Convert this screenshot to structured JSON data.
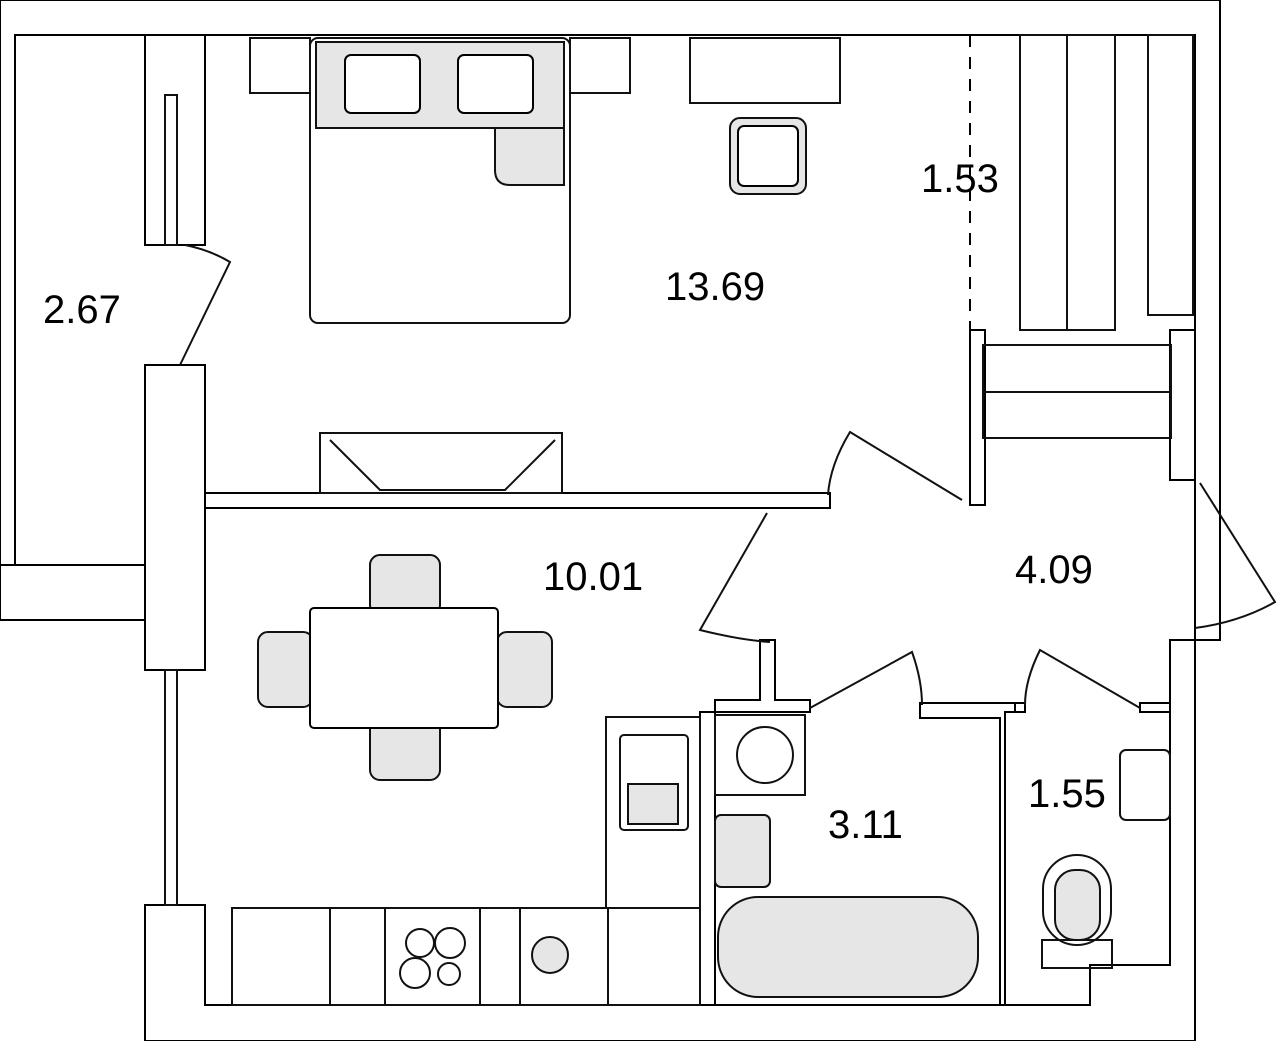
{
  "plan": {
    "rooms": [
      {
        "name": "balcony",
        "area": "2.67"
      },
      {
        "name": "bedroom",
        "area": "13.69"
      },
      {
        "name": "wardrobe",
        "area": "1.53"
      },
      {
        "name": "kitchen-living",
        "area": "10.01"
      },
      {
        "name": "hallway",
        "area": "4.09"
      },
      {
        "name": "bathroom",
        "area": "3.11"
      },
      {
        "name": "toilet",
        "area": "1.55"
      }
    ]
  }
}
